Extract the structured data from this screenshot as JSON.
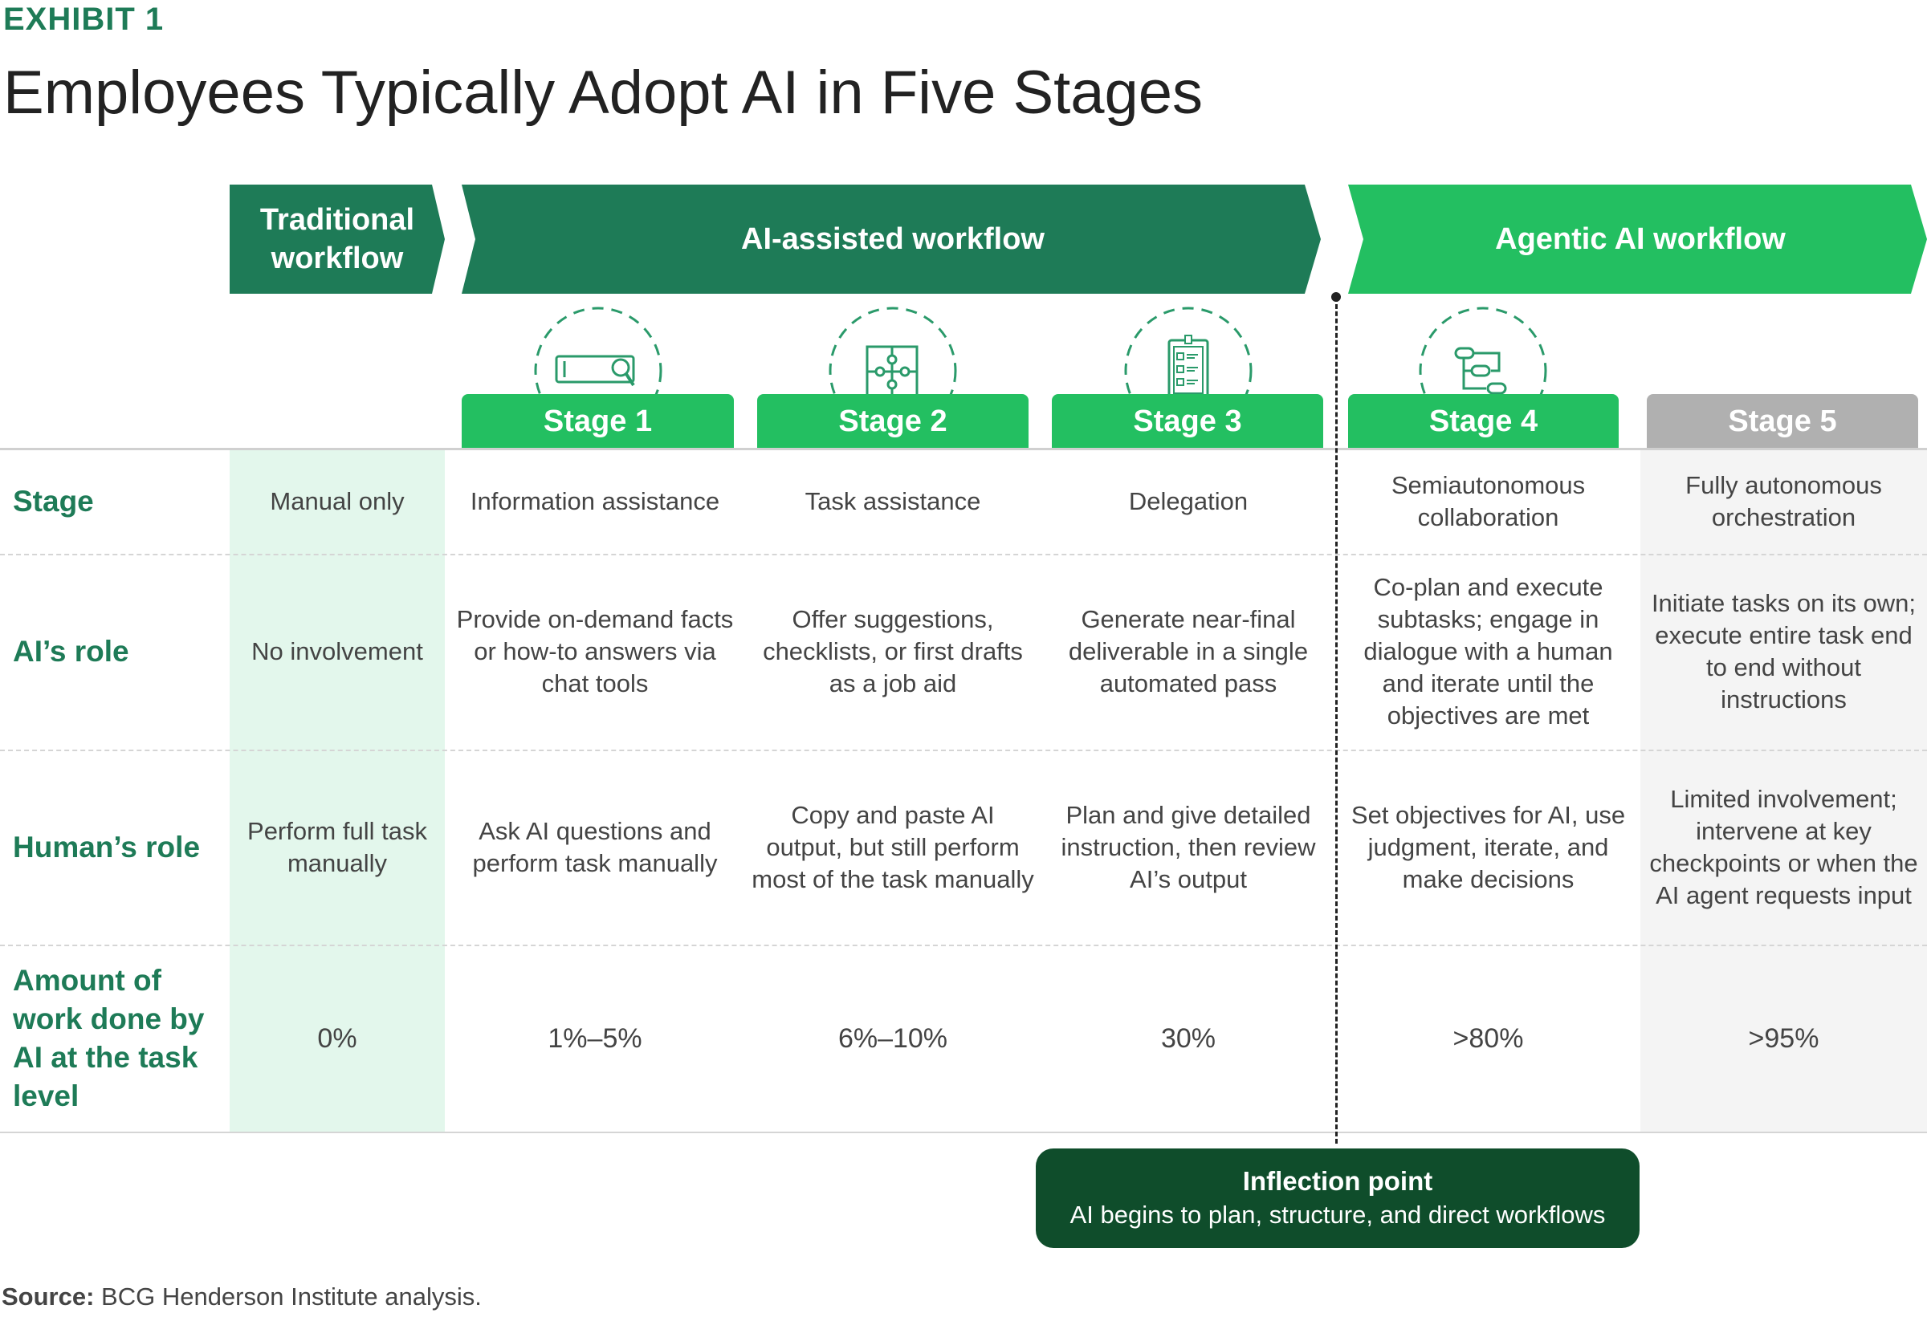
{
  "header": {
    "exhibit": "EXHIBIT 1",
    "title": "Employees Typically Adopt AI in Five Stages"
  },
  "colors": {
    "dark_green": "#1e7b57",
    "bright_green": "#23bf61",
    "gray": "#b0b0b0",
    "traditional_bg": "#e3f7ec",
    "stage5_bg": "#f4f4f4",
    "inflection_bg": "#0f4d2b"
  },
  "banners": [
    {
      "label": "Traditional workflow"
    },
    {
      "label": "AI-assisted workflow"
    },
    {
      "label": "Agentic AI workflow"
    }
  ],
  "stages": [
    {
      "label": "Stage 1",
      "icon": "search-bar-icon"
    },
    {
      "label": "Stage 2",
      "icon": "puzzle-icon"
    },
    {
      "label": "Stage 3",
      "icon": "clipboard-checklist-icon"
    },
    {
      "label": "Stage 4",
      "icon": "flowchart-icon"
    },
    {
      "label": "Stage 5",
      "icon": ""
    }
  ],
  "rows": [
    {
      "label": "Stage",
      "cells": [
        "Manual only",
        "Information assistance",
        "Task assistance",
        "Delegation",
        "Semiautonomous collaboration",
        "Fully autonomous orchestration"
      ]
    },
    {
      "label": "AI’s role",
      "cells": [
        "No involvement",
        "Provide on-demand facts or how-to answers via chat tools",
        "Offer suggestions, checklists, or first drafts as a job aid",
        "Generate near-final deliverable in a single automated pass",
        "Co-plan and execute subtasks; engage in dialogue with a human and iterate until the objectives are met",
        "Initiate tasks on its own; execute entire task end to end without instructions"
      ]
    },
    {
      "label": "Human’s role",
      "cells": [
        "Perform full task manually",
        "Ask AI questions and perform task manually",
        "Copy and paste AI output, but still perform most of the task manually",
        "Plan and give detailed instruction, then review AI’s output",
        "Set objectives for AI, use judgment, iterate, and make decisions",
        "Limited involvement; intervene at key checkpoints or when the AI agent requests input"
      ]
    },
    {
      "label": "Amount of work done by AI at the task level",
      "cells": [
        "0%",
        "1%–5%",
        "6%–10%",
        "30%",
        ">80%",
        ">95%"
      ]
    }
  ],
  "inflection": {
    "title": "Inflection point",
    "subtitle": "AI begins to plan, structure, and direct workflows"
  },
  "source": {
    "label": "Source:",
    "text": " BCG Henderson Institute analysis."
  }
}
